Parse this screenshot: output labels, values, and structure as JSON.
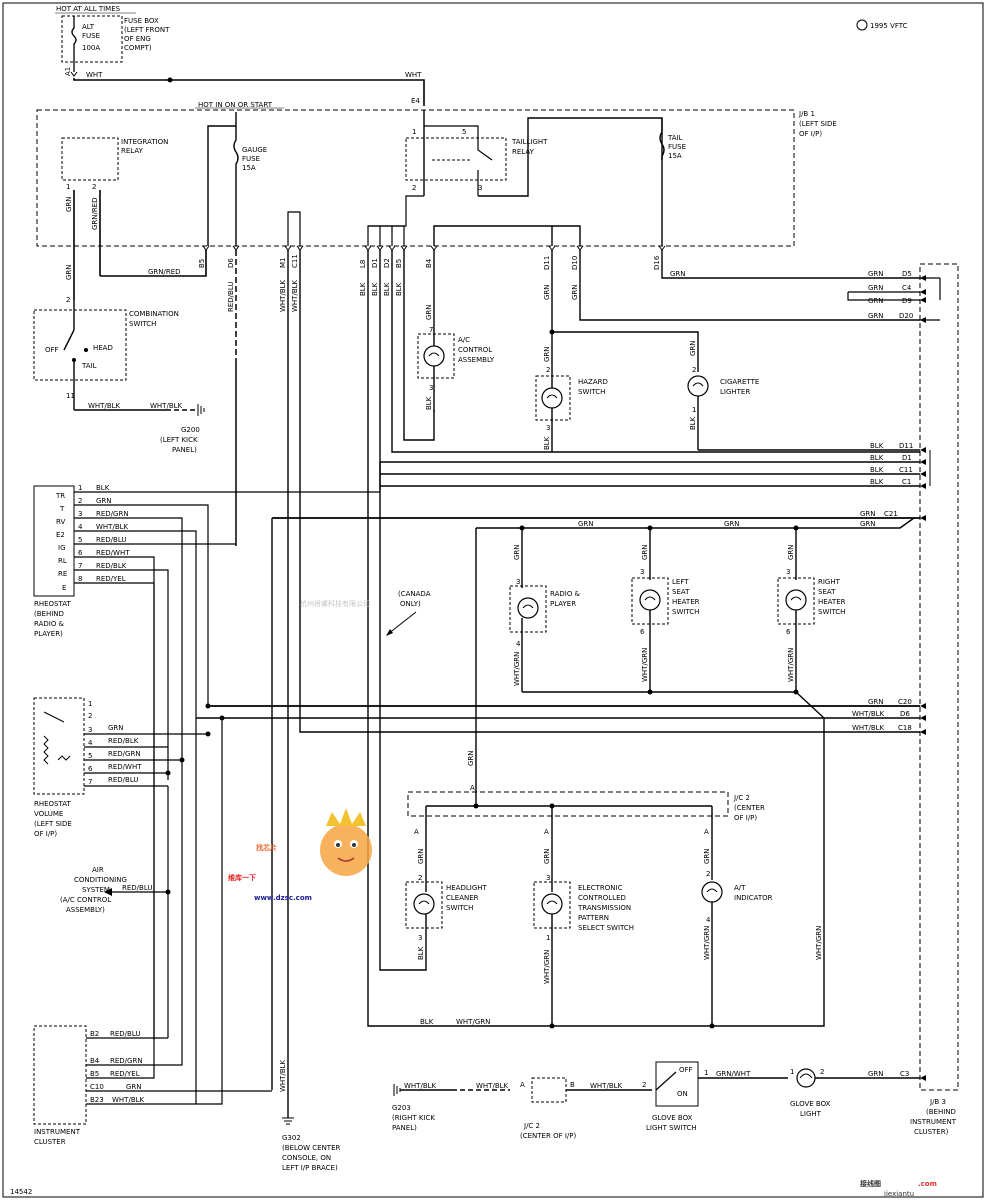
{
  "header": {
    "hot_at_all_times": "HOT AT ALL TIMES",
    "hot_in_on_or_start": "HOT IN ON OR START",
    "model_year": "1995 VFTC"
  },
  "fuse_box": {
    "title_lines": [
      "FUSE BOX",
      "(LEFT FRONT",
      "OF ENG",
      "COMPT)"
    ],
    "fuse_lines": [
      "ALT",
      "FUSE",
      "100A"
    ],
    "pin": "A1"
  },
  "jb1": {
    "title_lines": [
      "J/B 1",
      "(LEFT SIDE",
      "OF I/P)"
    ],
    "in_pin": "E4",
    "pins": [
      "B5",
      "D6",
      "M1",
      "C11",
      "L8",
      "D1",
      "D2",
      "B5",
      "B4",
      "D11",
      "D10",
      "D16"
    ]
  },
  "integration_relay": {
    "lines": [
      "INTEGRATION",
      "RELAY"
    ],
    "pins": [
      "1",
      "2"
    ]
  },
  "gauge_fuse": {
    "lines": [
      "GAUGE",
      "FUSE",
      "15A"
    ]
  },
  "taillight_relay": {
    "lines": [
      "TAILLIGHT",
      "RELAY"
    ],
    "pins": [
      "1",
      "5",
      "2",
      "3"
    ]
  },
  "tail_fuse": {
    "lines": [
      "TAIL",
      "FUSE",
      "15A"
    ]
  },
  "combination_switch": {
    "lines": [
      "COMBINATION",
      "SWITCH"
    ],
    "positions": [
      "OFF",
      "HEAD",
      "TAIL"
    ],
    "pins": [
      "2",
      "11"
    ]
  },
  "g200": {
    "lines": [
      "G200",
      "(LEFT KICK",
      "PANEL)"
    ]
  },
  "rheostat": {
    "terminals": [
      "TR",
      "T",
      "RV",
      "E2",
      "IG",
      "RL",
      "RE",
      "E"
    ],
    "label_lines": [
      "RHEOSTAT",
      "(BEHIND",
      "RADIO &",
      "PLAYER)"
    ],
    "pins": [
      "1",
      "2",
      "3",
      "4",
      "5",
      "6",
      "7",
      "8"
    ],
    "wires": [
      "BLK",
      "GRN",
      "RED/GRN",
      "WHT/BLK",
      "RED/BLU",
      "RED/WHT",
      "RED/BLK",
      "RED/YEL"
    ]
  },
  "rheostat_volume": {
    "label_lines": [
      "RHEOSTAT",
      "VOLUME",
      "(LEFT SIDE",
      "OF I/P)"
    ],
    "pins": [
      "1",
      "2",
      "3",
      "4",
      "5",
      "6",
      "7"
    ],
    "wires": [
      "GRN",
      "RED/BLK",
      "RED/GRN",
      "RED/WHT",
      "RED/BLU"
    ]
  },
  "air_conditioning_system": {
    "lines": [
      "AIR",
      "CONDITIONING",
      "SYSTEM",
      "(A/C CONTROL",
      "ASSEMBLY)"
    ],
    "wire": "RED/BLU"
  },
  "instrument_cluster": {
    "label_lines": [
      "INSTRUMENT",
      "CLUSTER"
    ],
    "pins": [
      "B2",
      "B4",
      "B5",
      "C10",
      "B23"
    ],
    "wires": [
      "RED/BLU",
      "RED/GRN",
      "RED/YEL",
      "GRN",
      "WHT/BLK"
    ]
  },
  "ac_control_assembly": {
    "lines": [
      "A/C",
      "CONTROL",
      "ASSEMBLY"
    ],
    "pins": [
      "7",
      "3"
    ]
  },
  "hazard_switch": {
    "lines": [
      "HAZARD",
      "SWITCH"
    ],
    "pins": [
      "2",
      "3"
    ]
  },
  "cigarette_lighter": {
    "lines": [
      "CIGARETTE",
      "LIGHTER"
    ],
    "pins": [
      "2",
      "1"
    ]
  },
  "radio_player": {
    "lines": [
      "RADIO &",
      "PLAYER"
    ],
    "pins": [
      "3",
      "4"
    ]
  },
  "left_seat_heater": {
    "lines": [
      "LEFT",
      "SEAT",
      "HEATER",
      "SWITCH"
    ],
    "pins": [
      "3",
      "6"
    ]
  },
  "right_seat_heater": {
    "lines": [
      "RIGHT",
      "SEAT",
      "HEATER",
      "SWITCH"
    ],
    "pins": [
      "3",
      "6"
    ]
  },
  "canada_only": {
    "lines": [
      "(CANADA",
      "ONLY)"
    ]
  },
  "jc2": {
    "lines": [
      "J/C 2",
      "(CENTER",
      "OF I/P)"
    ],
    "pin": "A"
  },
  "headlight_cleaner": {
    "lines": [
      "HEADLIGHT",
      "CLEANER",
      "SWITCH"
    ],
    "pins": [
      "2",
      "3"
    ]
  },
  "ect_switch": {
    "lines": [
      "ELECTRONIC",
      "CONTROLLED",
      "TRANSMISSION",
      "PATTERN",
      "SELECT SWITCH"
    ],
    "pins": [
      "3",
      "1"
    ]
  },
  "at_indicator": {
    "lines": [
      "A/T",
      "INDICATOR"
    ],
    "pins": [
      "2",
      "4"
    ]
  },
  "g203": {
    "lines": [
      "G203",
      "(RIGHT KICK",
      "PANEL)"
    ]
  },
  "jc2_bottom": {
    "lines": [
      "J/C 2",
      "(CENTER OF I/P)"
    ],
    "pins": [
      "A",
      "B"
    ]
  },
  "glove_box_switch": {
    "lines": [
      "GLOVE BOX",
      "LIGHT SWITCH"
    ],
    "positions": [
      "OFF",
      "ON"
    ],
    "pins": [
      "2",
      "1"
    ]
  },
  "glove_box_light": {
    "lines": [
      "GLOVE BOX",
      "LIGHT"
    ],
    "pins": [
      "1",
      "2"
    ]
  },
  "g302": {
    "lines": [
      "G302",
      "(BELOW CENTER",
      "CONSOLE, ON",
      "LEFT I/P BRACE)"
    ]
  },
  "jb3": {
    "label_lines": [
      "J/B 3",
      "(BEHIND",
      "INSTRUMENT",
      "CLUSTER)"
    ],
    "pins": [
      "D5",
      "C4",
      "D9",
      "D20",
      "D11",
      "D1",
      "C11",
      "C1",
      "C21",
      "C20",
      "D6",
      "C18",
      "C3"
    ],
    "wires": [
      "GRN",
      "GRN",
      "GRN",
      "GRN",
      "BLK",
      "BLK",
      "BLK",
      "BLK",
      "GRN",
      "GRN",
      "WHT/BLK",
      "WHT/BLK",
      "GRN"
    ]
  },
  "wire_labels": {
    "wht": "WHT",
    "grn": "GRN",
    "blk": "BLK",
    "grn_red": "GRN/RED",
    "red_blu": "RED/BLU",
    "wht_blk": "WHT/BLK",
    "wht_grn": "WHT/GRN",
    "grn_wht": "GRN/WHT"
  },
  "watermarks": {
    "center": "杭州将睿科技有限公司",
    "logo_cn": "维库一下",
    "logo_url": "www.dzsc.com",
    "logo_chars": "找芯片",
    "corner_cn": "接线图",
    "corner_dom": ".com",
    "corner_url": "jiexiantu"
  },
  "diagram_id": "14542"
}
